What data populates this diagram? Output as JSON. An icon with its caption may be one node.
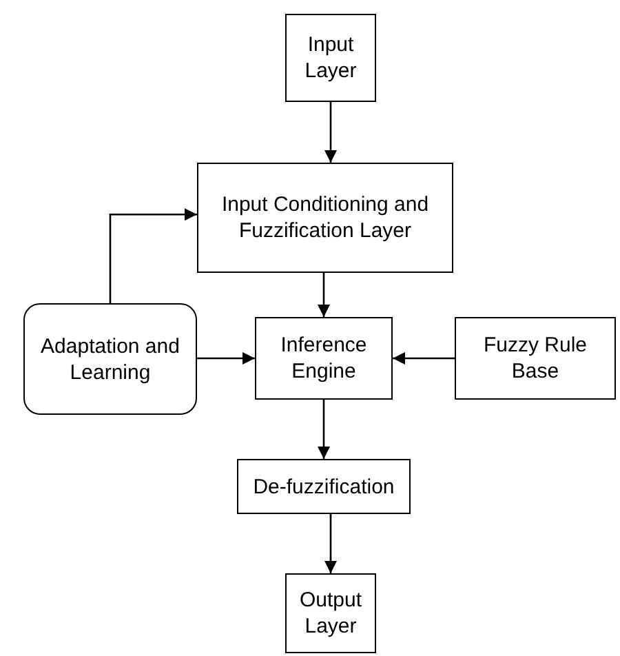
{
  "diagram": {
    "nodes": [
      {
        "text": [
          "Input Layer"
        ]
      },
      {
        "text": [
          "Input Conditioning and Fuzzification Layer"
        ]
      },
      {
        "text": [
          "Adaptation and Learning"
        ]
      },
      {
        "text": [
          "Inference Engine"
        ]
      },
      {
        "text": [
          "Fuzzy Rule Base"
        ]
      },
      {
        "text": [
          "De-fuzzification"
        ]
      },
      {
        "text": [
          "Output Layer"
        ]
      }
    ],
    "edges": [
      {
        "from": 0,
        "to": 1,
        "arrow": "to"
      },
      {
        "from": 2,
        "to": 1,
        "arrow": "to"
      },
      {
        "from": 1,
        "to": 3,
        "arrow": "to"
      },
      {
        "from": 2,
        "to": 3,
        "arrow": "to"
      },
      {
        "from": 4,
        "to": 3,
        "arrow": "to"
      },
      {
        "from": 3,
        "to": 5,
        "arrow": "to"
      },
      {
        "from": 5,
        "to": 6,
        "arrow": "to"
      }
    ]
  }
}
